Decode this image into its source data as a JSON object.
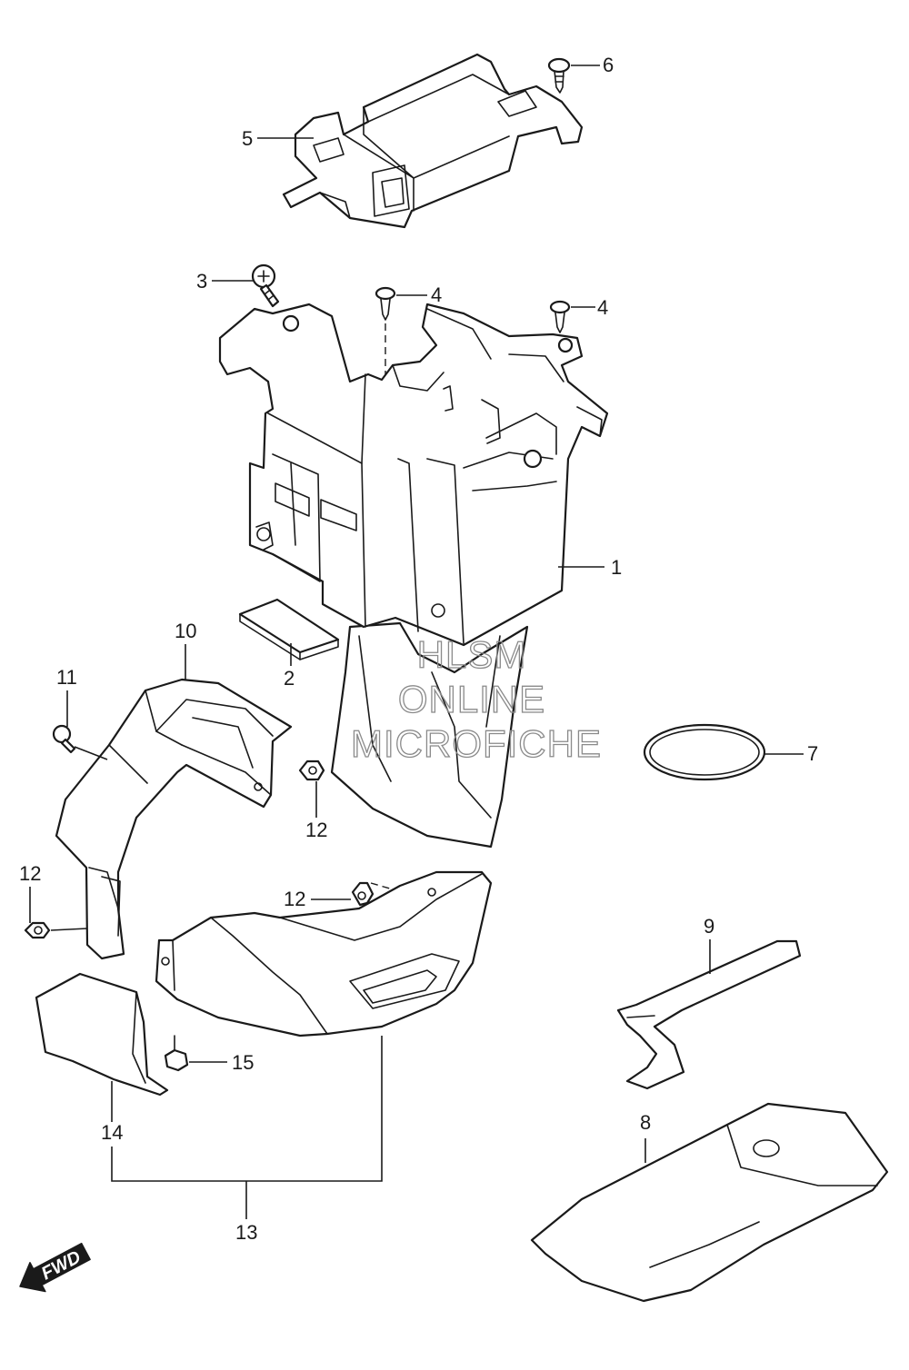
{
  "callouts": [
    "1",
    "2",
    "3",
    "4",
    "4",
    "5",
    "6",
    "7",
    "8",
    "9",
    "10",
    "11",
    "12",
    "12",
    "12",
    "13",
    "14",
    "15"
  ],
  "watermark": [
    "HLSM",
    "ONLINE",
    "MICROFICHE"
  ],
  "direction_label": "FWD"
}
